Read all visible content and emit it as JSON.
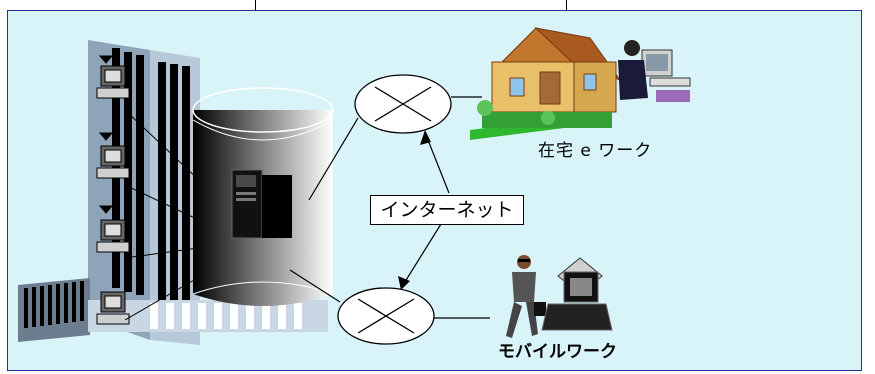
{
  "title_box": {
    "text": ""
  },
  "labels": {
    "internet": "インターネット",
    "home_ework": "在宅 e ワーク",
    "mobile_work": "モバイルワーク"
  },
  "colors": {
    "panel_background": "#d8f4f8",
    "panel_border": "#1f2f9c",
    "building_window": "#000000",
    "building_wall": "#9fb5c9",
    "house_roof": "#c0762d",
    "house_wall": "#e8c06a",
    "lawn": "#2fb82f"
  },
  "icons": [
    "office-building",
    "server-tower",
    "computer-terminal",
    "router-node",
    "house",
    "person-at-desktop",
    "businessman-walking",
    "laptop-computer"
  ]
}
